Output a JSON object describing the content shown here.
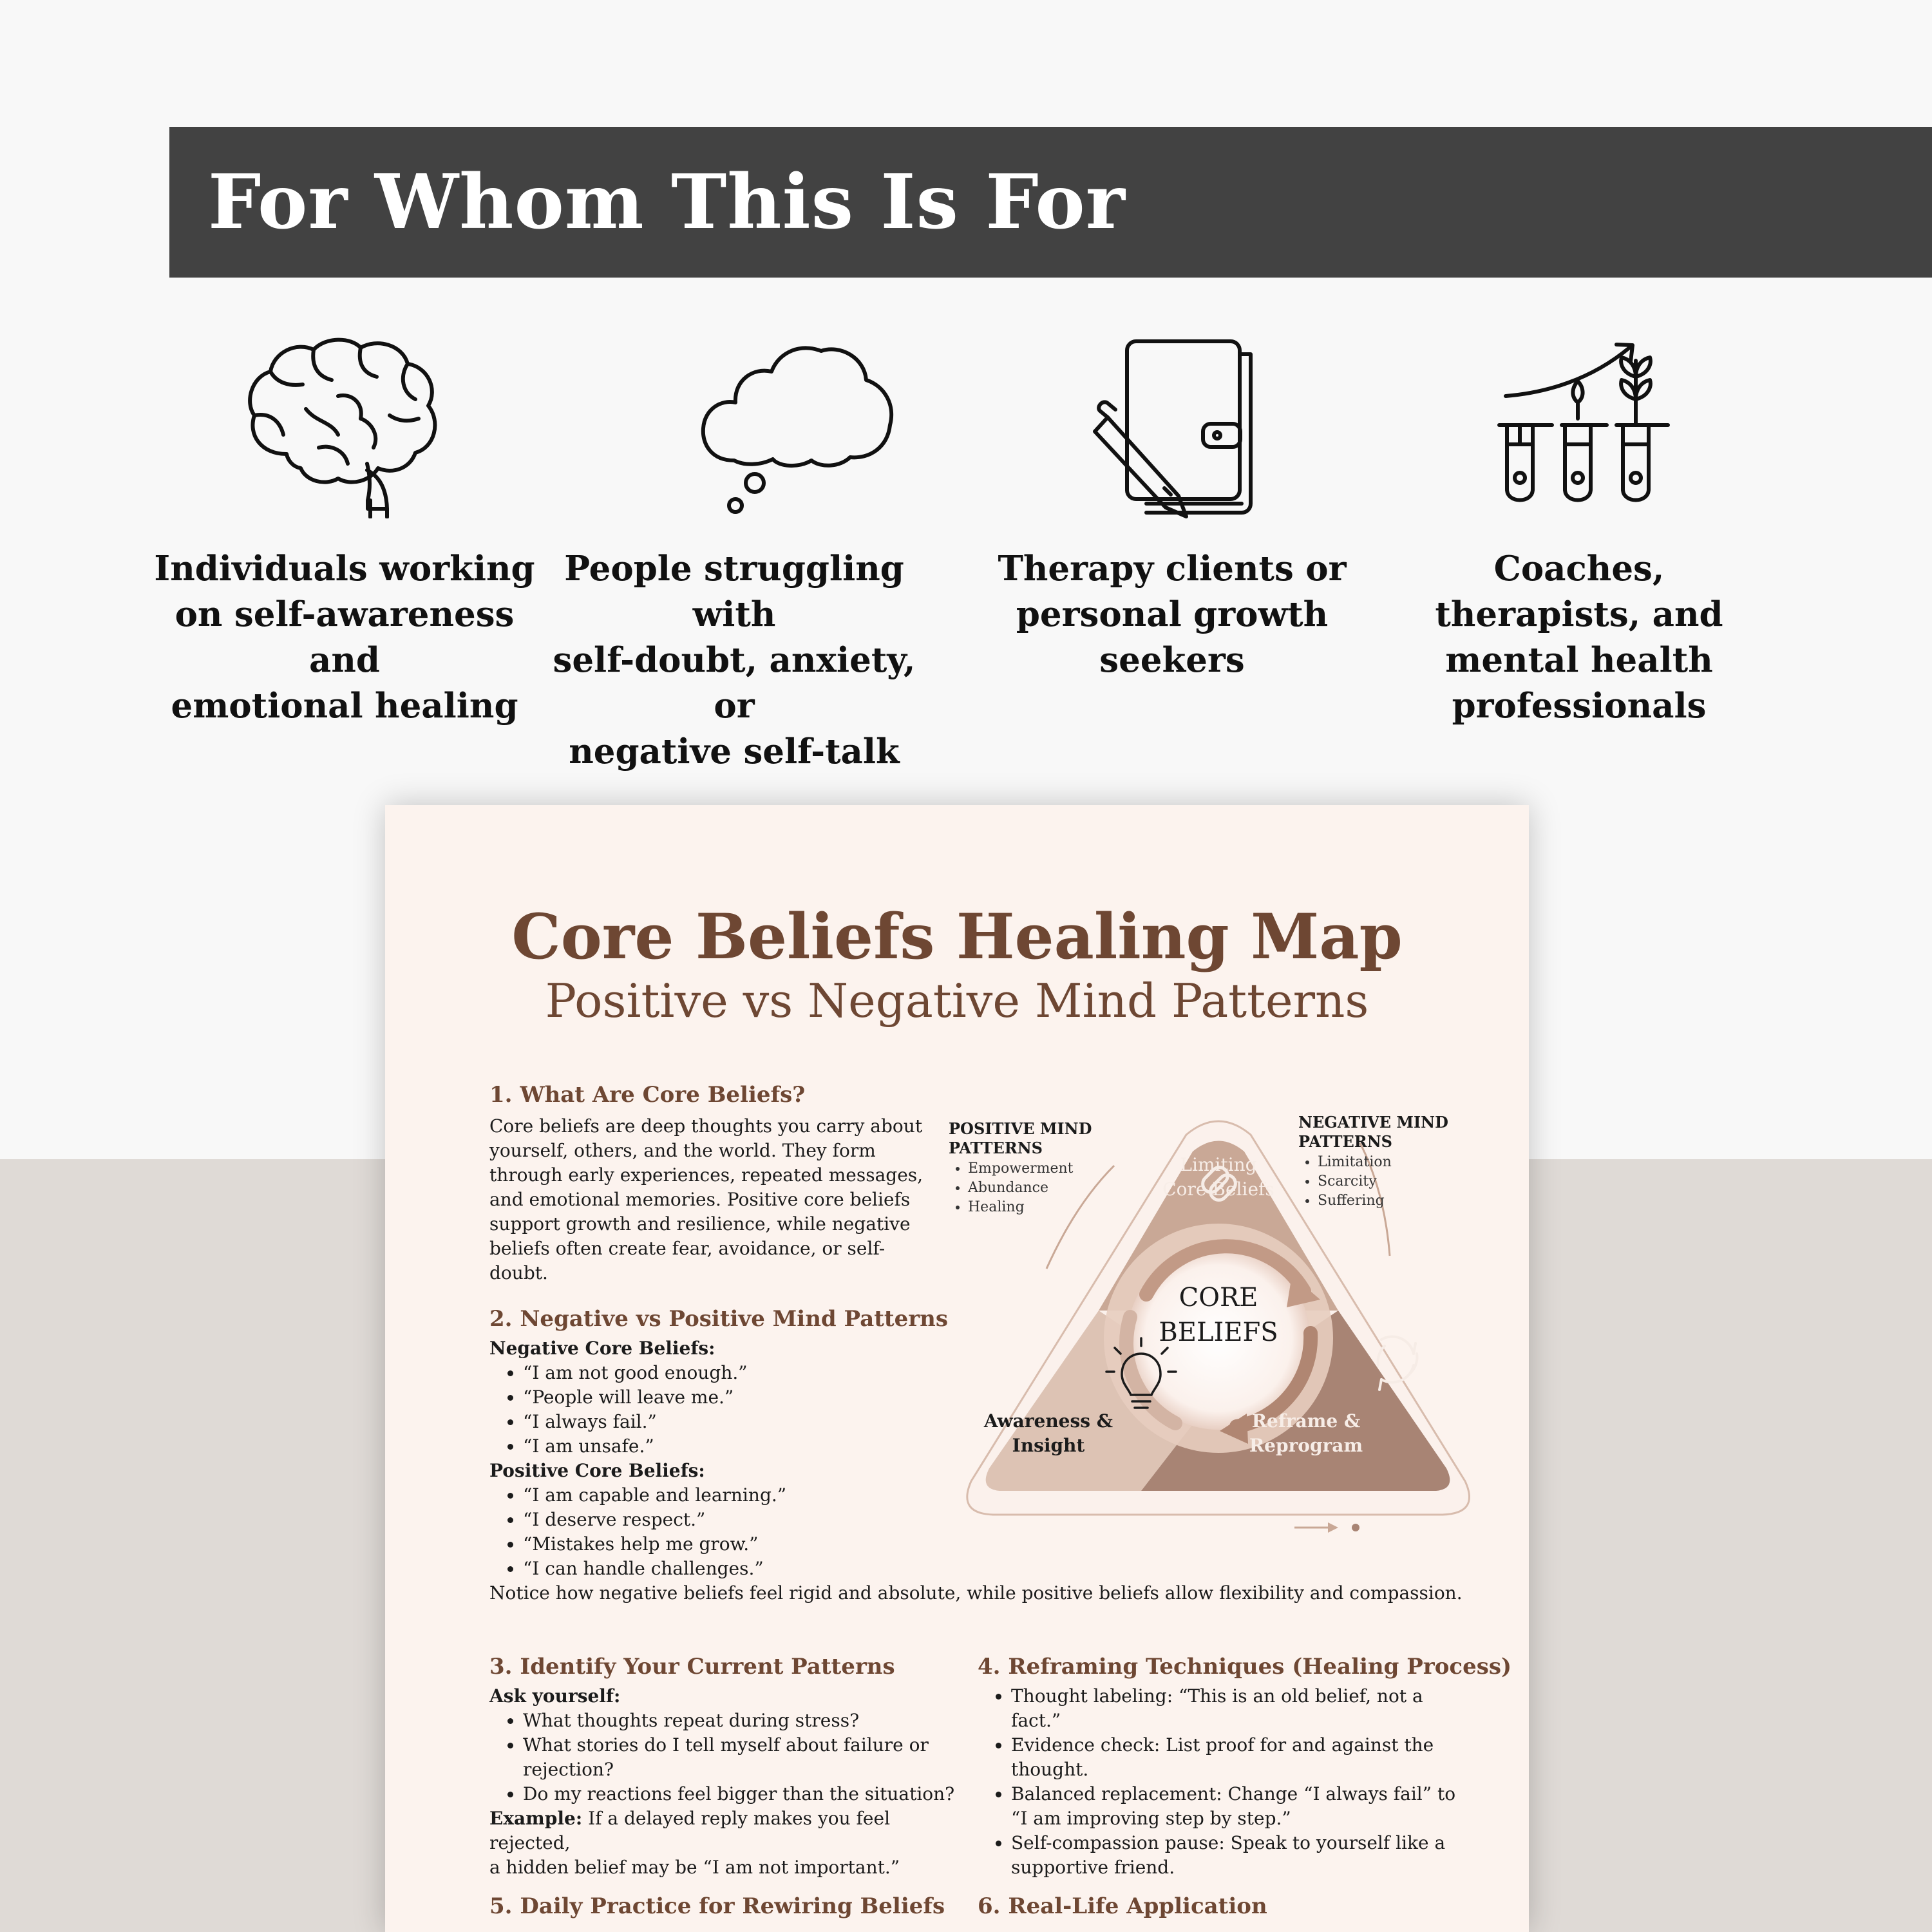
{
  "banner": {
    "title": "For Whom This Is For"
  },
  "audience": [
    {
      "icon": "brain-icon",
      "label_lines": [
        "Individuals working",
        "on self-awareness and",
        "emotional healing"
      ]
    },
    {
      "icon": "thought-cloud-icon",
      "label_lines": [
        "People struggling with",
        "self-doubt, anxiety, or",
        "negative self-talk"
      ]
    },
    {
      "icon": "journal-pen-icon",
      "label_lines": [
        "Therapy clients or",
        "personal growth",
        "seekers"
      ]
    },
    {
      "icon": "growth-test-tubes-icon",
      "label_lines": [
        "Coaches,",
        "therapists, and",
        "mental health",
        "professionals"
      ]
    }
  ],
  "document": {
    "title": "Core Beliefs Healing Map",
    "subtitle": "Positive vs Negative Mind Patterns",
    "sections": {
      "s1": {
        "heading": "1. What Are Core Beliefs?",
        "lines": [
          "Core beliefs are deep thoughts you carry about",
          "yourself, others, and the world. They form",
          "through early experiences, repeated messages,",
          "and emotional memories. Positive core beliefs",
          "support growth and resilience, while negative",
          "beliefs often create fear, avoidance, or self-",
          "doubt."
        ]
      },
      "s2": {
        "heading": "2. Negative vs Positive Mind Patterns",
        "negative_label": "Negative Core Beliefs:",
        "negative_items": [
          "“I am not good enough.”",
          "“People will leave me.”",
          "“I always fail.”",
          "“I am unsafe.”"
        ],
        "positive_label": "Positive Core Beliefs:",
        "positive_items": [
          "“I am capable and learning.”",
          "“I deserve respect.”",
          "“Mistakes help me grow.”",
          "“I can handle challenges.”"
        ],
        "note": "Notice how negative beliefs feel rigid and absolute, while positive beliefs allow flexibility and compassion."
      },
      "s3": {
        "heading": "3. Identify Your Current Patterns",
        "ask_label": "Ask yourself:",
        "items": [
          [
            "What thoughts repeat during stress?"
          ],
          [
            "What stories do I tell myself about failure or",
            "rejection?"
          ],
          [
            "Do my reactions feel bigger than the situation?"
          ]
        ],
        "example_label": "Example:",
        "example_line1": " If a delayed reply makes you feel rejected,",
        "example_line2": "a hidden belief may be “I am not important.”"
      },
      "s4": {
        "heading": "4. Reframing Techniques (Healing Process)",
        "items": [
          [
            "Thought labeling: “This is an old belief, not a",
            "fact.”"
          ],
          [
            "Evidence check: List proof for and against the",
            "thought."
          ],
          [
            "Balanced replacement: Change “I always fail” to",
            "“I am improving step by step.”"
          ],
          [
            "Self-compassion pause: Speak to yourself like a",
            "supportive friend."
          ]
        ]
      },
      "s5": {
        "heading": "5. Daily Practice for Rewiring Beliefs"
      },
      "s6": {
        "heading": "6. Real-Life Application"
      }
    },
    "diagram": {
      "positive_heading_lines": [
        "POSITIVE MIND",
        "PATTERNS"
      ],
      "positive_items": [
        "Empowerment",
        "Abundance",
        "Healing"
      ],
      "negative_heading_lines": [
        "NEGATIVE MIND",
        "PATTERNS"
      ],
      "negative_items": [
        "Limitation",
        "Scarcity",
        "Suffering"
      ],
      "top_label_lines": [
        "Limiting",
        "Core Beliefs"
      ],
      "center_lines": [
        "CORE",
        "BELIEFS"
      ],
      "left_label_lines": [
        "Awareness &",
        "Insight"
      ],
      "right_label_lines": [
        "Reframe &",
        "Reprogram"
      ],
      "colors": {
        "top": "#c9a896",
        "left": "#ddc3b4",
        "right": "#a88474",
        "title": "#6e4733"
      }
    }
  }
}
